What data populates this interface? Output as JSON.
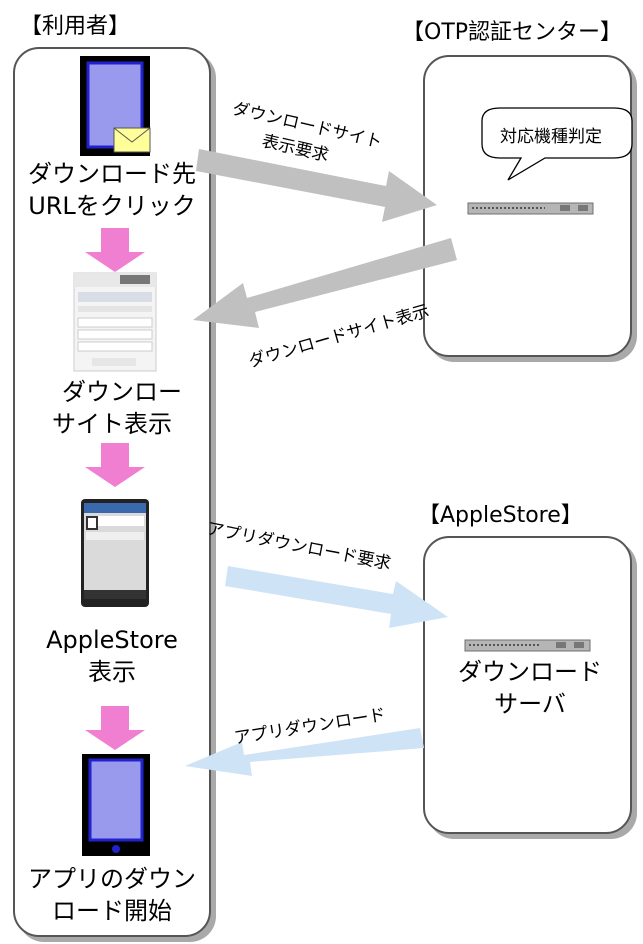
{
  "headings": {
    "user": "【利用者】",
    "otp_center": "【OTP認証センター】",
    "apple_store": "【AppleStore】"
  },
  "user_steps": {
    "step1": [
      "ダウンロード先",
      "URLをクリック"
    ],
    "step2": [
      "ダウンロー",
      "サイト表示"
    ],
    "step3": [
      "AppleStore",
      "表示"
    ],
    "step4": [
      "アプリのダウン",
      "ロード開始"
    ]
  },
  "otp": {
    "bubble": "対応機種判定"
  },
  "apple_server": [
    "ダウンロード",
    "サーバ"
  ],
  "arrows": {
    "request_site": [
      "ダウンロードサイト",
      "表示要求"
    ],
    "show_site": "ダウンロードサイト表示",
    "request_app": "アプリダウンロード要求",
    "app_download": "アプリダウンロード"
  },
  "colors": {
    "gray_arrow": "#c0c0c0",
    "blue_arrow": "#cfe3f7",
    "pink_arrow": "#f07fd2",
    "phone_screen": "#9999ee"
  }
}
